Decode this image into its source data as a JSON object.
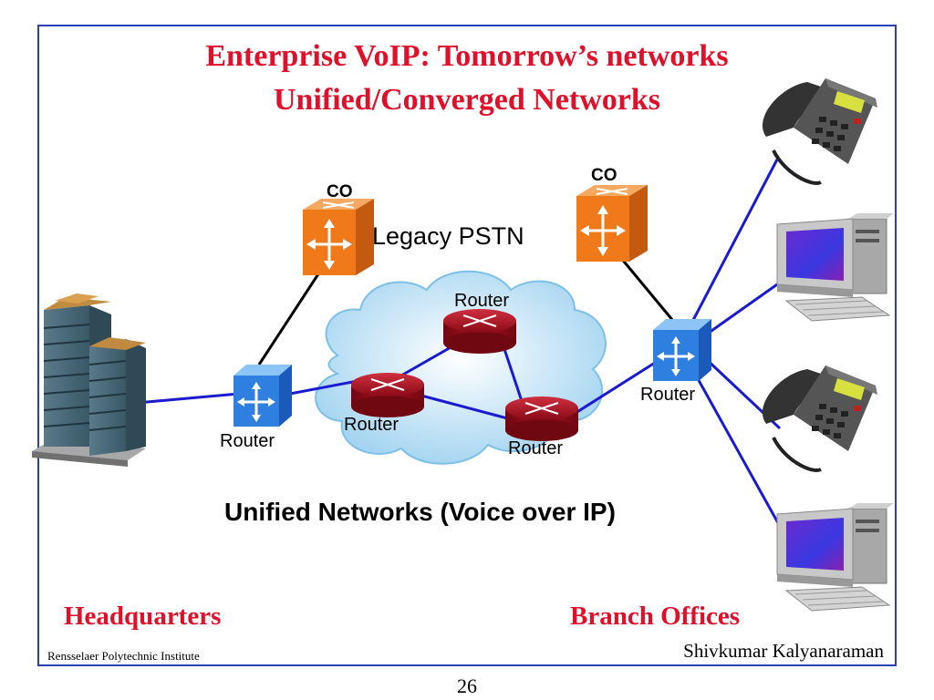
{
  "slide": {
    "title_line1": "Enterprise VoIP: Tomorrow’s networks",
    "title_line2": "Unified/Converged Networks",
    "footer_left": "Rensselaer Polytechnic Institute",
    "footer_right": "Shivkumar Kalyanaraman",
    "page_number": "26"
  },
  "diagram": {
    "legacy_label": "Legacy PSTN",
    "unified_label": "Unified Networks (Voice over IP)",
    "co_left_label": "CO",
    "co_right_label": "CO",
    "router_hq_label": "Router",
    "router_branch_label": "Router",
    "router_top_label": "Router",
    "router_left_label": "Router",
    "router_right_label": "Router",
    "headquarters_label": "Headquarters",
    "branch_offices_label": "Branch Offices"
  },
  "colors": {
    "title_red": "#e0102a",
    "frame_blue": "#2a3fb8",
    "link_blue": "#1a1ad0",
    "co_orange": "#f07a1a",
    "router_blue": "#2f7fe0",
    "router_red": "#a0101c",
    "cloud_blue": "#b8def5"
  }
}
